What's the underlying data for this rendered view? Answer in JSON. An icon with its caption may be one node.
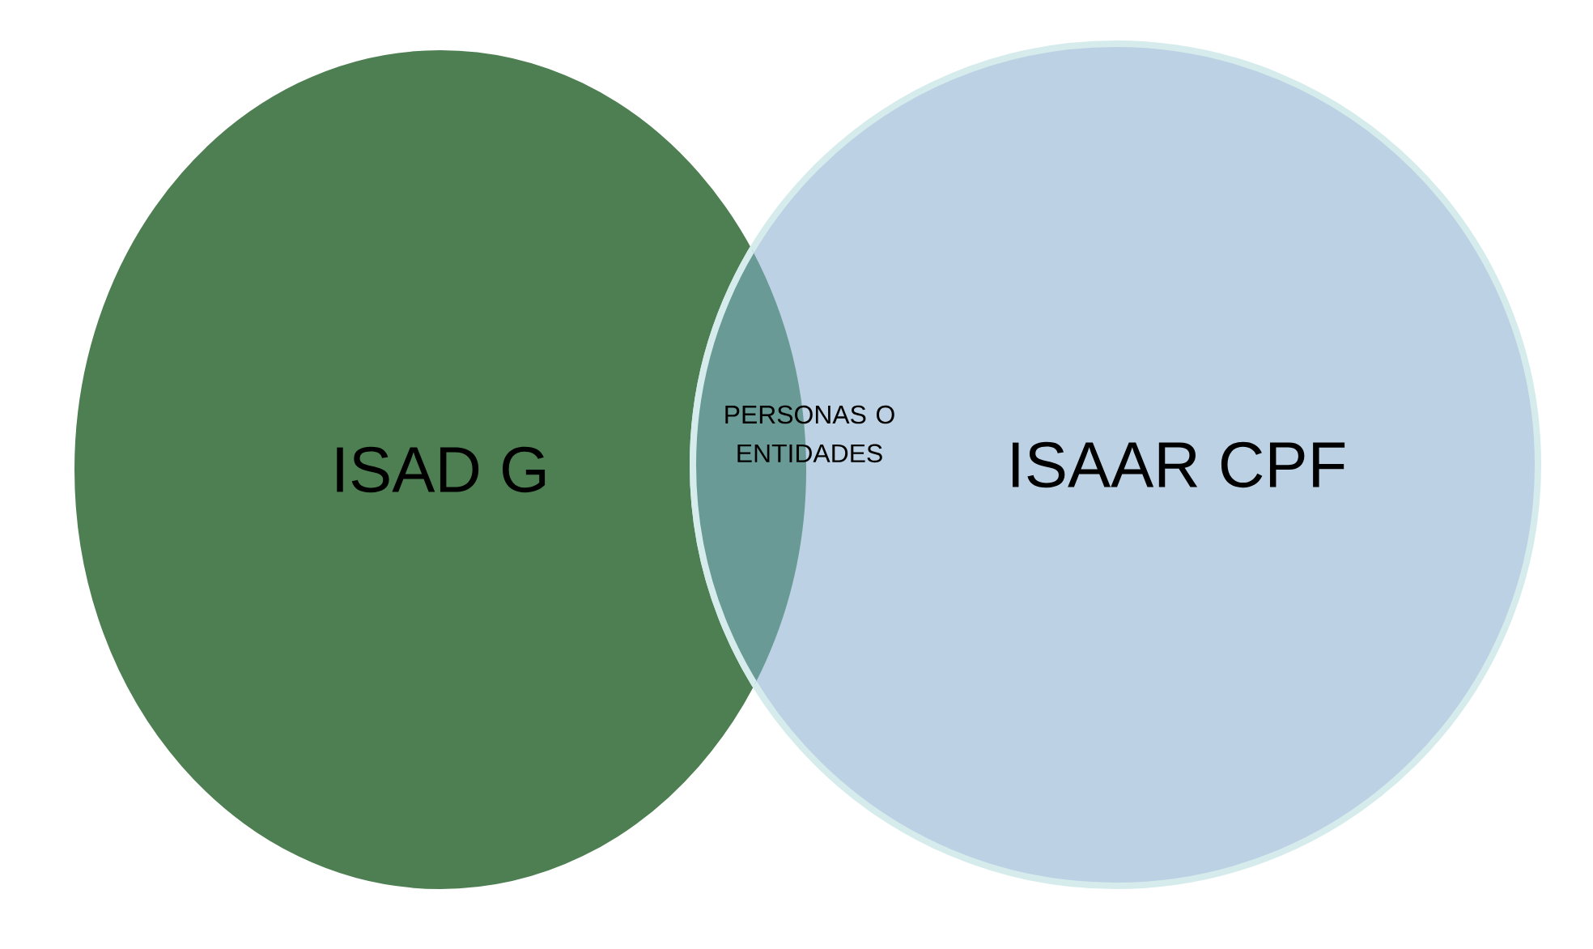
{
  "diagram": {
    "nodes": [
      {
        "text": [
          "ISAD G"
        ]
      },
      {
        "text": [
          "ISAAR CPF"
        ]
      }
    ],
    "labels": [
      "PERSONAS O ENTIDADES"
    ]
  }
}
